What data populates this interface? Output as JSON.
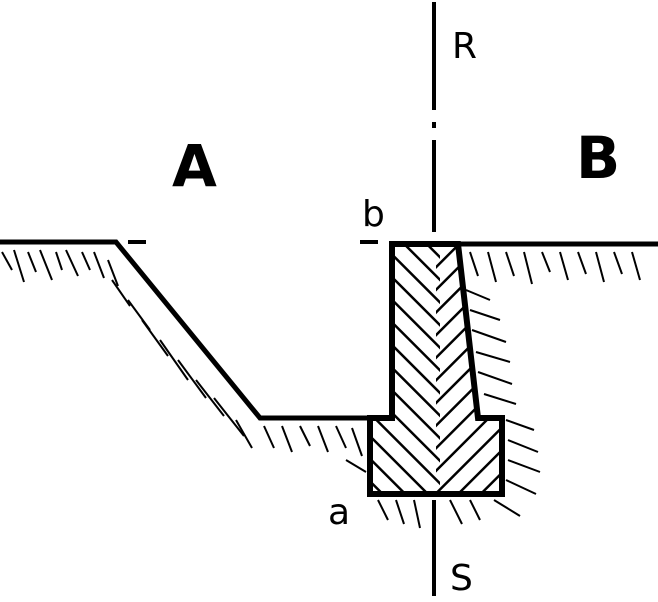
{
  "labels": {
    "region_left": "A",
    "region_right": "B",
    "axis_top": "R",
    "axis_bottom": "S",
    "point_top": "b",
    "point_bottom": "a"
  },
  "colors": {
    "ink": "#000000",
    "paper": "#ffffff"
  }
}
